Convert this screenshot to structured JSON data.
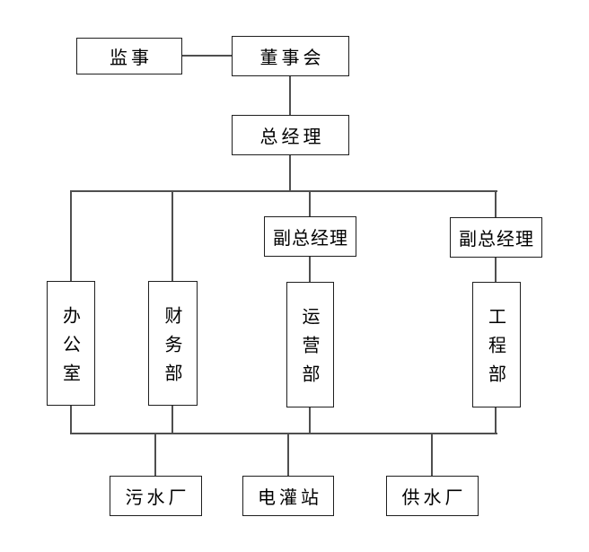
{
  "diagram": {
    "kind": "organization-chart",
    "nodes": {
      "supervisor": {
        "label": "监事"
      },
      "board_of_directors": {
        "label": "董事会"
      },
      "general_manager": {
        "label": "总经理"
      },
      "deputy_gm_1": {
        "label": "副总经理"
      },
      "deputy_gm_2": {
        "label": "副总经理"
      },
      "office": {
        "label": "办公室",
        "orientation": "vertical"
      },
      "finance_dept": {
        "label": "财务部",
        "orientation": "vertical"
      },
      "operations_dept": {
        "label": "运营部",
        "orientation": "vertical"
      },
      "engineering_dept": {
        "label": "工程部",
        "orientation": "vertical"
      },
      "sewage_plant": {
        "label": "污水厂"
      },
      "electric_irrigation_station": {
        "label": "电灌站"
      },
      "water_supply_plant": {
        "label": "供水厂"
      }
    },
    "edges": [
      {
        "from": "supervisor",
        "to": "board_of_directors"
      },
      {
        "from": "board_of_directors",
        "to": "general_manager"
      },
      {
        "from": "general_manager",
        "to": "office"
      },
      {
        "from": "general_manager",
        "to": "finance_dept"
      },
      {
        "from": "general_manager",
        "to": "deputy_gm_1"
      },
      {
        "from": "general_manager",
        "to": "deputy_gm_2"
      },
      {
        "from": "deputy_gm_1",
        "to": "operations_dept"
      },
      {
        "from": "deputy_gm_2",
        "to": "engineering_dept"
      },
      {
        "from": "office,finance_dept,operations_dept,engineering_dept",
        "to": "sewage_plant"
      },
      {
        "from": "office,finance_dept,operations_dept,engineering_dept",
        "to": "electric_irrigation_station"
      },
      {
        "from": "office,finance_dept,operations_dept,engineering_dept",
        "to": "water_supply_plant"
      }
    ]
  },
  "colors": {
    "background": "#ffffff",
    "box_fill": "#ffffff",
    "box_border": "#1f1f1f",
    "connector": "#4f4f4f",
    "text": "#000000"
  }
}
